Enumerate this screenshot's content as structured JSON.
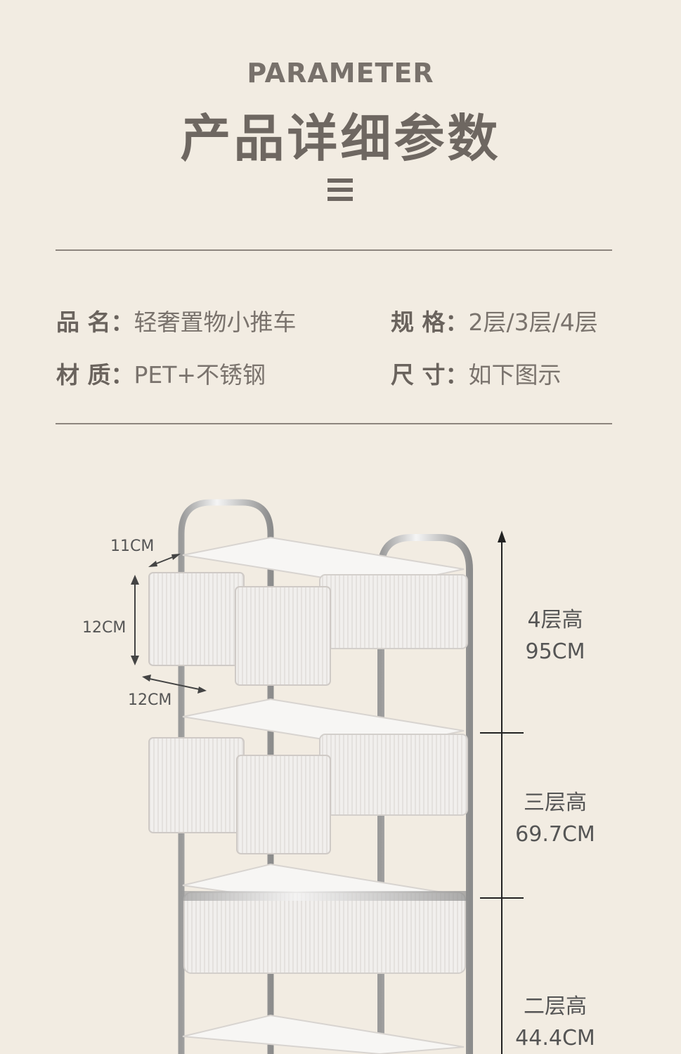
{
  "header": {
    "title_en": "PARAMETER",
    "title_cn": "产品详细参数"
  },
  "params": [
    {
      "key": "品 名：",
      "value": "轻奢置物小推车"
    },
    {
      "key": "规 格：",
      "value": "2层/3层/4层"
    },
    {
      "key": "材 质：",
      "value": "PET+不锈钢"
    },
    {
      "key": "尺 寸：",
      "value": "如下图示"
    }
  ],
  "dimensions": {
    "basket_depth": "11CM",
    "basket_height": "12CM",
    "basket_width": "12CM"
  },
  "heights": [
    {
      "label": "4层高",
      "value": "95CM"
    },
    {
      "label": "三层高",
      "value": "69.7CM"
    },
    {
      "label": "二层高",
      "value": "44.4CM"
    }
  ],
  "colors": {
    "background": "#f2ece2",
    "title": "#6e6761",
    "divider": "#8d857e"
  }
}
